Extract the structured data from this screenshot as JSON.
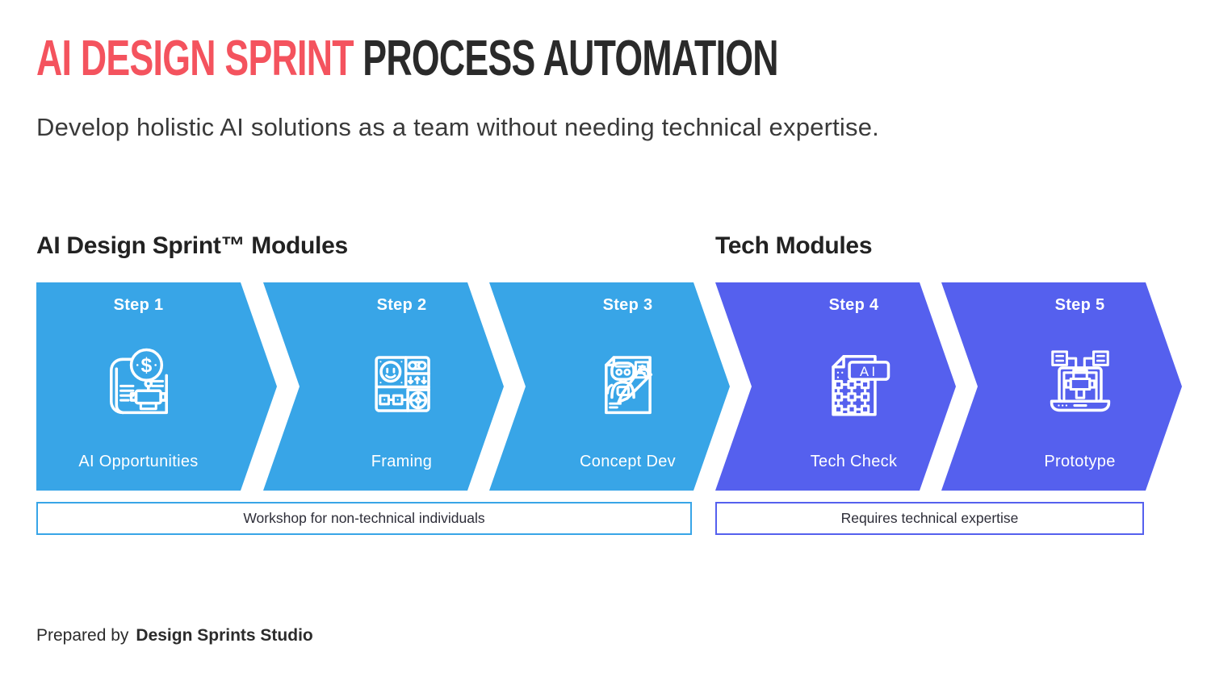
{
  "header": {
    "title_accent": "AI DESIGN SPRINT",
    "title_rest": "PROCESS AUTOMATION",
    "subtitle": "Develop holistic AI solutions as a team without needing technical expertise."
  },
  "groups": [
    {
      "label": "AI Design Sprint™ Modules",
      "legend": "Workshop for non-technical individuals",
      "color": "#38A5E7"
    },
    {
      "label": "Tech Modules",
      "legend": "Requires technical expertise",
      "color": "#5560EE"
    }
  ],
  "steps": [
    {
      "step": "Step 1",
      "name": "AI Opportunities",
      "icon": "blueprint-dollar-robot-icon",
      "group": "design"
    },
    {
      "step": "Step 2",
      "name": "Framing",
      "icon": "framing-panels-icon",
      "group": "design"
    },
    {
      "step": "Step 3",
      "name": "Concept Dev",
      "icon": "robot-document-pencil-icon",
      "group": "design"
    },
    {
      "step": "Step 4",
      "name": "Tech Check",
      "icon": "ai-file-nodes-icon",
      "group": "tech"
    },
    {
      "step": "Step 5",
      "name": "Prototype",
      "icon": "laptop-robot-icon",
      "group": "tech"
    }
  ],
  "footer": {
    "prefix": "Prepared by",
    "brand": "Design Sprints Studio"
  },
  "colors": {
    "accent_red": "#F4535E",
    "design_blue": "#38A5E7",
    "tech_purple": "#5560EE",
    "text_dark": "#2A2A2A",
    "background": "#FFFFFF"
  }
}
